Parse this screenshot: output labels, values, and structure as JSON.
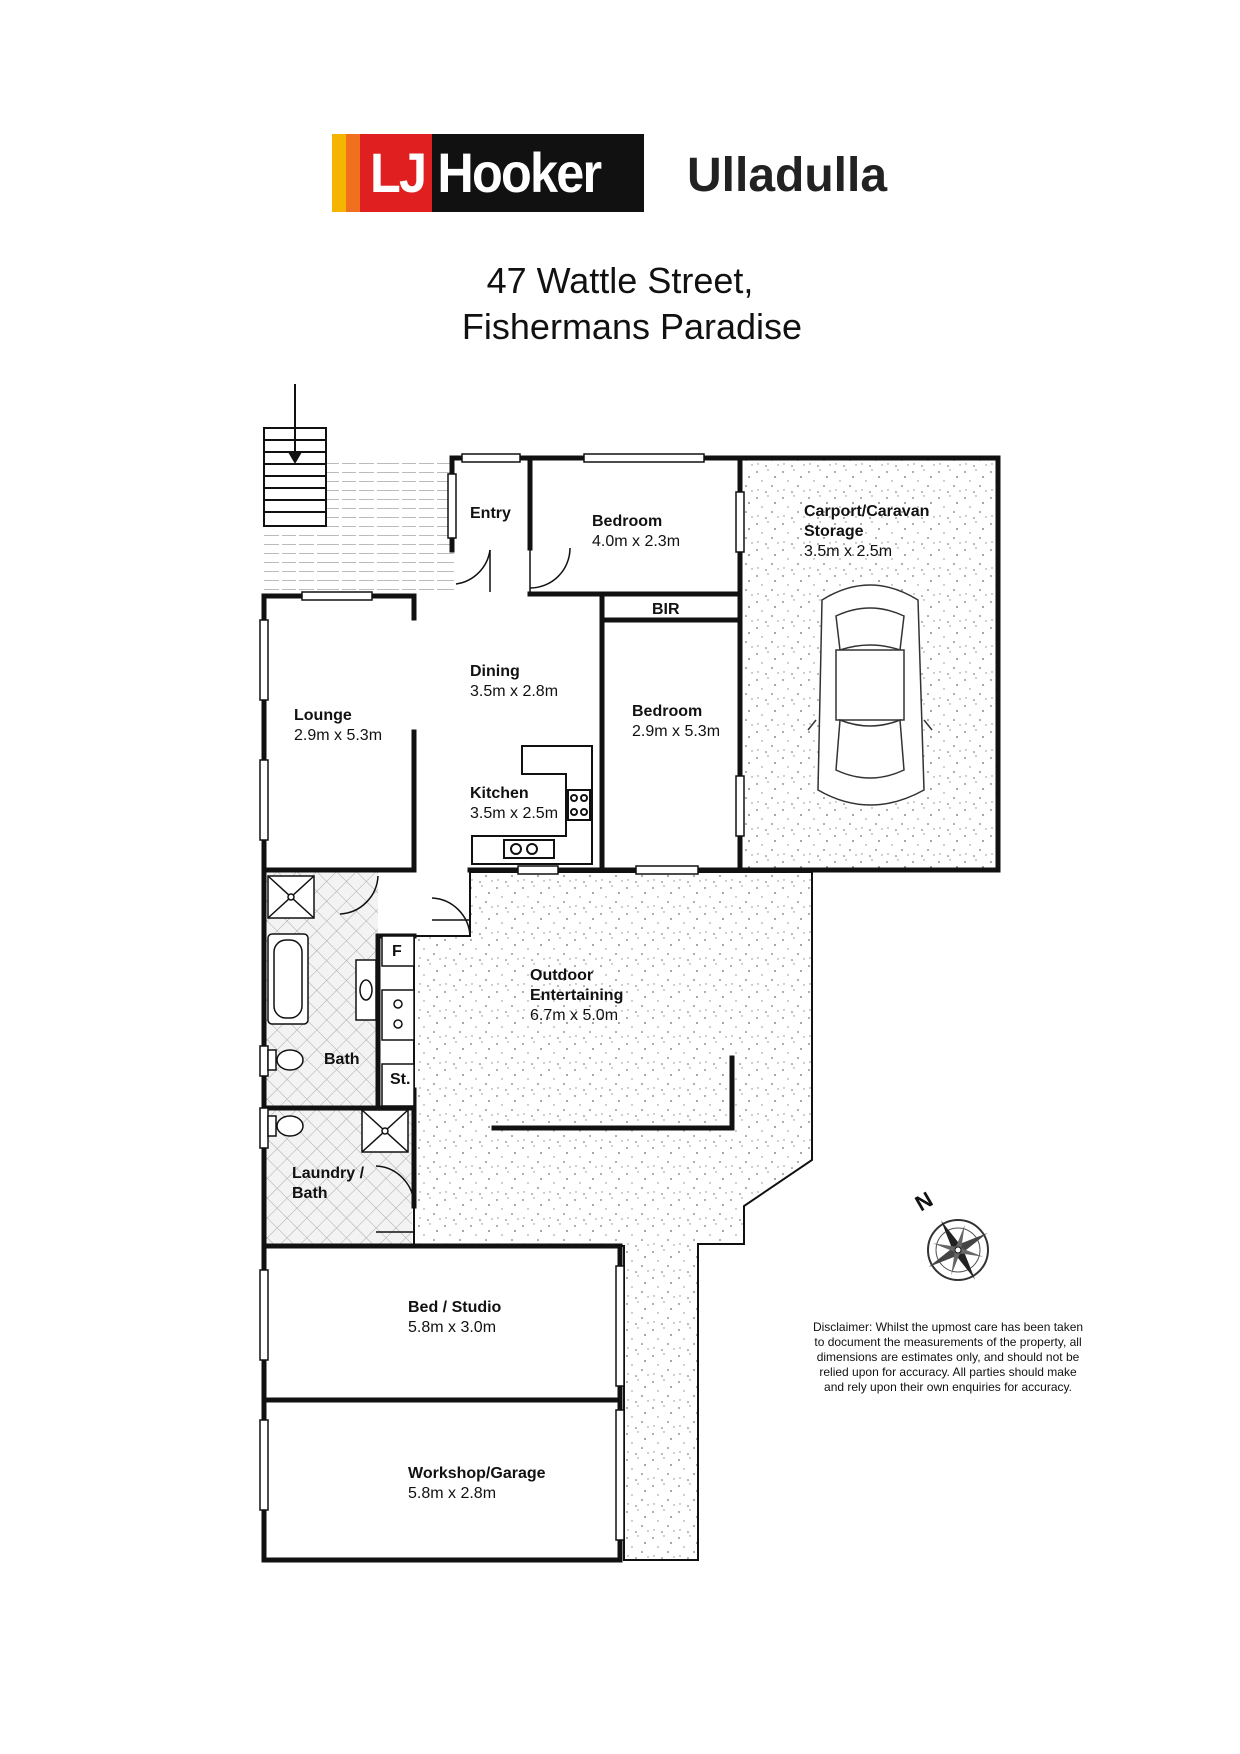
{
  "brand": {
    "logo_text": "LJ Hooker",
    "office": "Ulladulla",
    "colors": {
      "yellow": "#f5b400",
      "orange": "#f07020",
      "red": "#e02020",
      "black": "#111111"
    }
  },
  "address": {
    "line1": "47 Wattle Street,",
    "line2": "Fishermans Paradise"
  },
  "rooms": {
    "entry": {
      "name": "Entry"
    },
    "bedroom1": {
      "name": "Bedroom",
      "size": "4.0m x 2.3m"
    },
    "carport": {
      "name1": "Carport/Caravan",
      "name2": "Storage",
      "size": "3.5m x 2.5m"
    },
    "bir": {
      "name": "BIR"
    },
    "dining": {
      "name": "Dining",
      "size": "3.5m x 2.8m"
    },
    "lounge": {
      "name": "Lounge",
      "size": "2.9m x 5.3m"
    },
    "bedroom2": {
      "name": "Bedroom",
      "size": "2.9m x 5.3m"
    },
    "kitchen": {
      "name": "Kitchen",
      "size": "3.5m x 2.5m"
    },
    "fridge": {
      "name": "F"
    },
    "storage": {
      "name": "St."
    },
    "outdoor": {
      "name1": "Outdoor",
      "name2": "Entertaining",
      "size": "6.7m x 5.0m"
    },
    "bath": {
      "name": "Bath"
    },
    "laundry": {
      "name1": "Laundry /",
      "name2": "Bath"
    },
    "studio": {
      "name": "Bed / Studio",
      "size": "5.8m x 3.0m"
    },
    "workshop": {
      "name": "Workshop/Garage",
      "size": "5.8m x 2.8m"
    }
  },
  "compass": {
    "label": "N"
  },
  "disclaimer": "Disclaimer: Whilst the upmost care has been taken to document the measurements of the property, all dimensions are estimates only, and should not be relied upon for accuracy. All parties should make and rely upon their own enquiries for accuracy."
}
